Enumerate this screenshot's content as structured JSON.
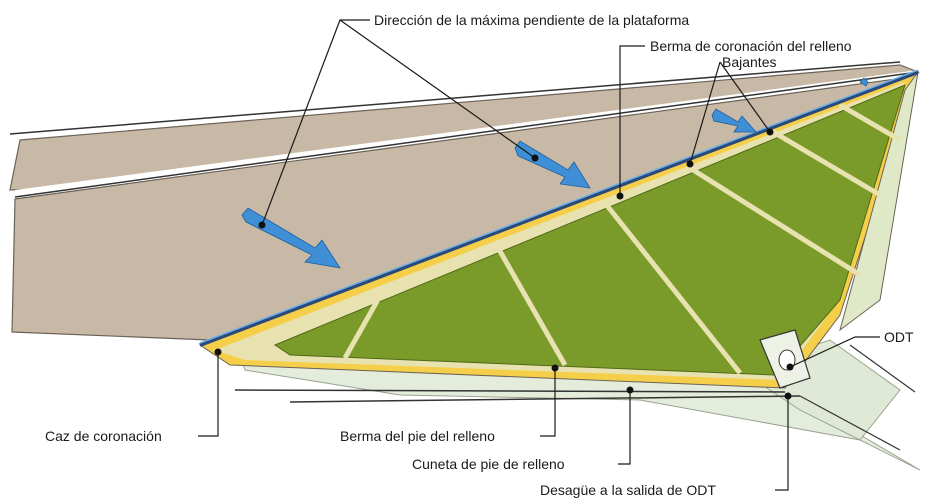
{
  "labels": {
    "direccion": "Dirección de la máxima pendiente de la plataforma",
    "berma_coronacion": "Berma de coronación del relleno",
    "bajantes": "Bajantes",
    "odt": "ODT",
    "caz": "Caz de coronación",
    "berma_pie": "Berma del pie del relleno",
    "cuneta": "Cuneta de pie de relleno",
    "desague": "Desagüe a la salida de ODT"
  },
  "colors": {
    "platform": "#c8b9a6",
    "slope_green": "#7a9a2a",
    "berm_yellow": "#f6cf4a",
    "channel_blue": "#4a90d9",
    "ground": "#dfe9d5",
    "arrow": "#3f8fd6"
  }
}
